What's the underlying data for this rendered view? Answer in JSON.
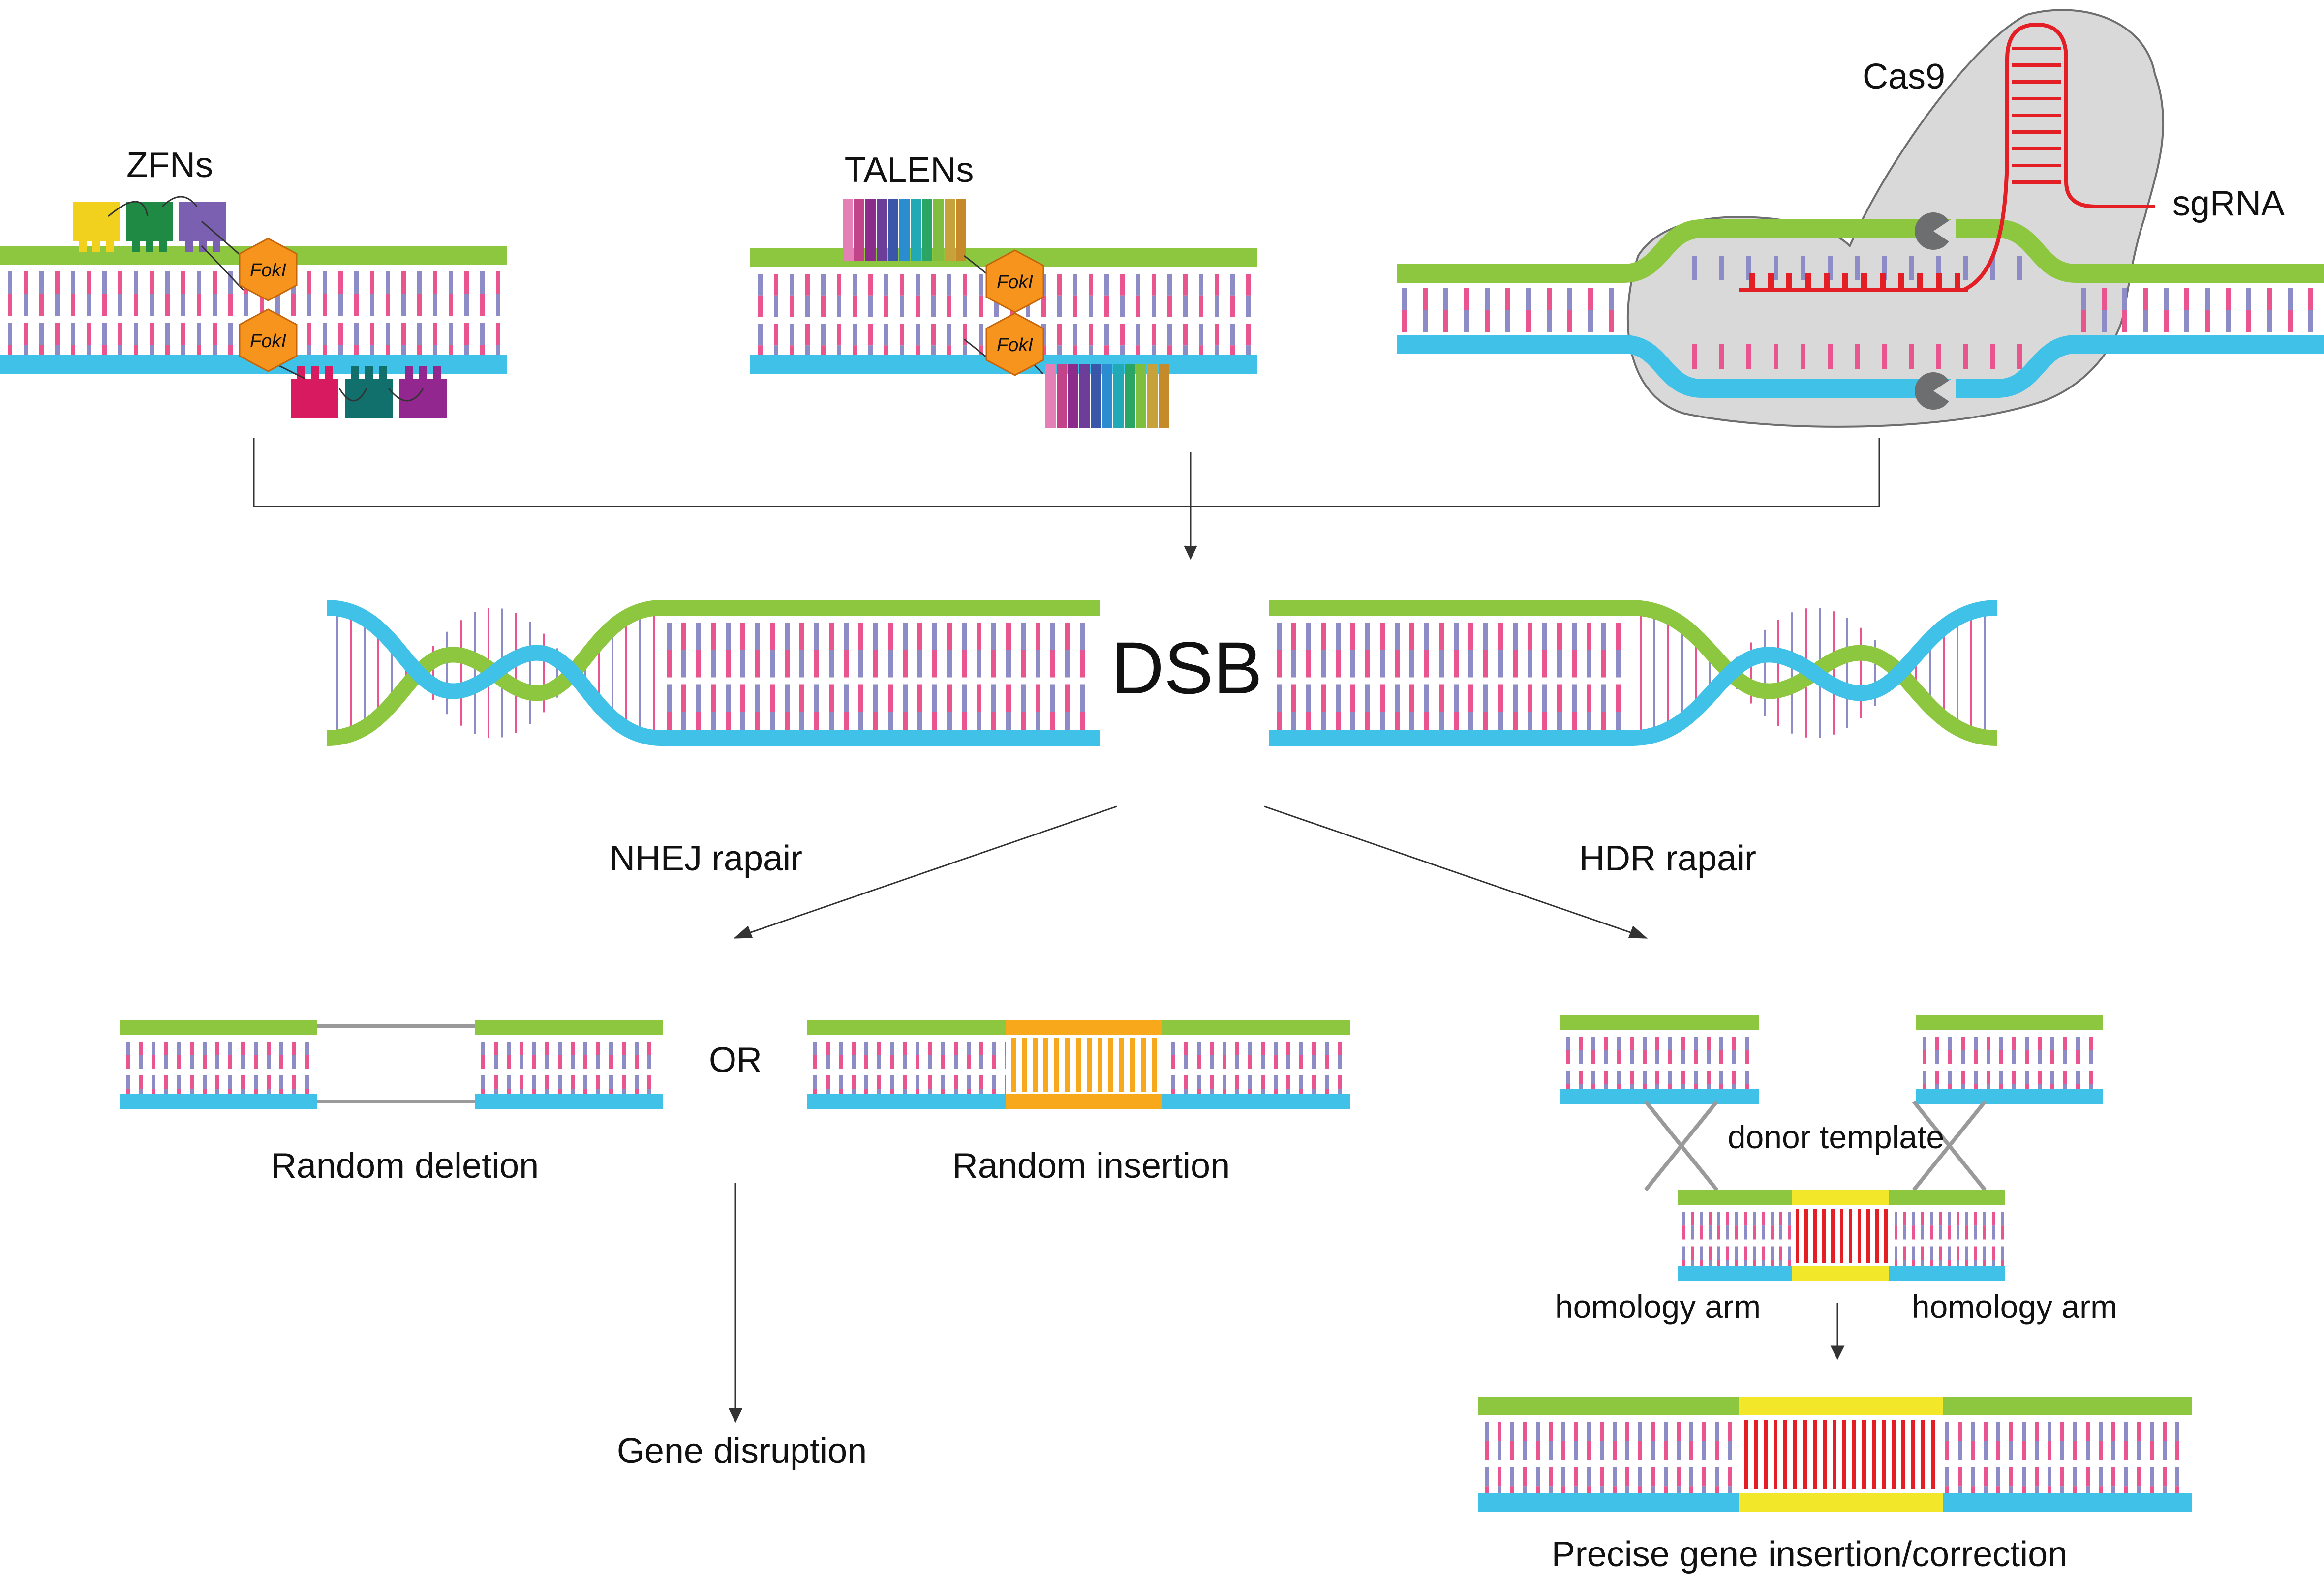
{
  "labels": {
    "zfns": "ZFNs",
    "talens": "TALENs",
    "cas9": "Cas9",
    "sgrna": "sgRNA",
    "fokl": "FokI",
    "dsb": "DSB",
    "nhej": "NHEJ rapair",
    "hdr": "HDR rapair",
    "or": "OR",
    "random_deletion": "Random deletion",
    "random_insertion": "Random insertion",
    "donor_template": "donor template",
    "homology_arm_left": "homology arm",
    "homology_arm_right": "homology arm",
    "gene_disruption": "Gene disruption",
    "precise": "Precise gene insertion/correction"
  },
  "colors": {
    "strand_top": "#8dc63f",
    "strand_bottom": "#3fc1e8",
    "rung_pink": "#e8558f",
    "rung_purple": "#8e8cc6",
    "cas9_body": "#d9d9d9",
    "sgrna": "#e31e24",
    "fokl": "#f7941d",
    "insertion_orange": "#f7a81b",
    "donor_yellow": "#f2e829",
    "donor_rung_red": "#e31e24",
    "arrow": "#333333",
    "bracket": "#333333"
  },
  "zfn_fingers_top": [
    "#f2d01e",
    "#1e8a44",
    "#7b5fb0"
  ],
  "zfn_fingers_bottom": [
    "#d81b60",
    "#11706b",
    "#92278f"
  ],
  "tale_repeats": [
    "#e580b6",
    "#c2438a",
    "#8b2b8c",
    "#6c3d99",
    "#3a56a8",
    "#2b8dcf",
    "#21a9b6",
    "#2aa564",
    "#7fbe3f",
    "#c7a23a",
    "#c58a2a"
  ]
}
